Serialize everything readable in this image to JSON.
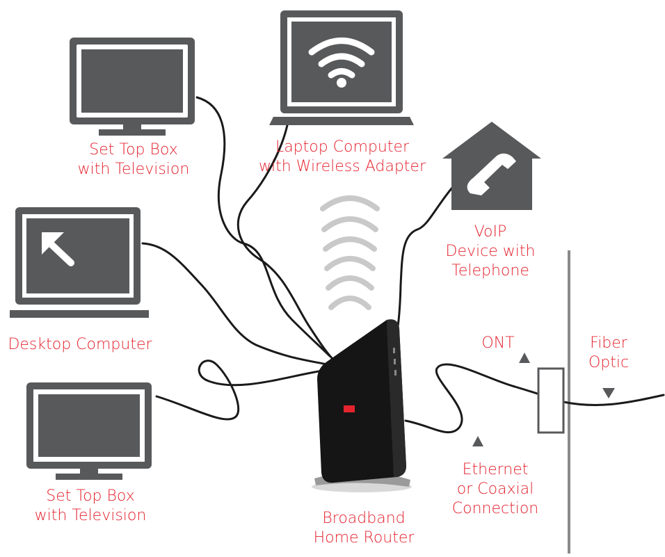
{
  "colors": {
    "icon": "#58595b",
    "label": "#e4232f",
    "wire": "#1a1a1a",
    "router": "#151515",
    "signal": "#c9c9c9",
    "wall": "#8a8a8a",
    "arrow": "#58595b"
  },
  "icons": {
    "set_top_box_top": "television-icon",
    "laptop": "wifi-laptop-icon",
    "voip": "house-telephone-icon",
    "desktop": "desktop-cursor-icon",
    "set_top_box_bottom": "television-icon",
    "router": "router-icon",
    "ont": "ont-box-icon"
  },
  "labels": {
    "set_top_box_top": [
      "Set Top Box",
      "with Television"
    ],
    "laptop": [
      "Laptop Computer",
      "with Wireless Adapter"
    ],
    "voip": [
      "VoIP",
      "Device with",
      "Telephone"
    ],
    "desktop": [
      "Desktop Computer"
    ],
    "ont": [
      "ONT"
    ],
    "fiber": [
      "Fiber",
      "Optic"
    ],
    "set_top_box_bottom": [
      "Set Top Box",
      "with Television"
    ],
    "router": [
      "Broadband",
      "Home Router"
    ],
    "ethernet": [
      "Ethernet",
      "or Coaxial",
      "Connection"
    ]
  }
}
